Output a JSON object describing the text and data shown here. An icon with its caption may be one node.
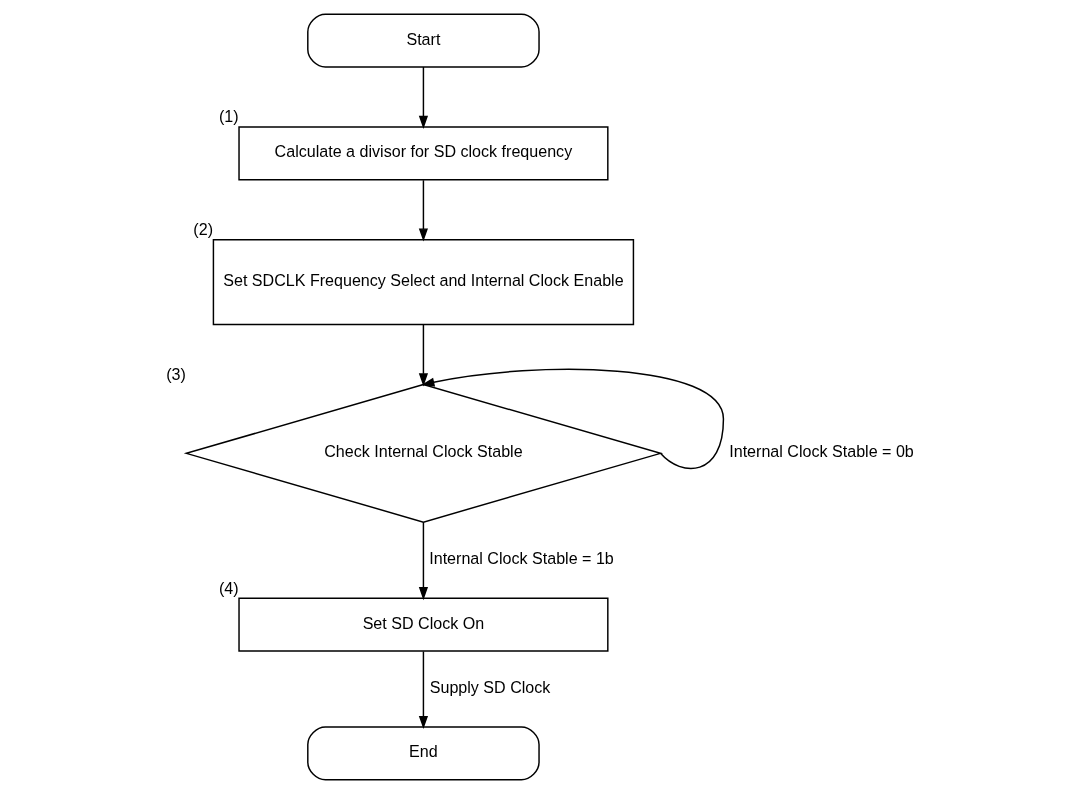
{
  "diagram": {
    "nodes": [
      {
        "text": [
          "Start"
        ]
      },
      {
        "text": [
          "Calculate a divisor for SD clock frequency"
        ],
        "beside": [
          "(1)"
        ]
      },
      {
        "text": [
          "Set SDCLK Frequency Select and Internal Clock Enable"
        ],
        "beside": [
          "(2)"
        ]
      },
      {
        "text": [
          "Check Internal Clock Stable"
        ],
        "beside": [
          "(3)"
        ]
      },
      {
        "text": [
          "Set SD Clock On"
        ],
        "beside": [
          "(4)"
        ]
      },
      {
        "text": [
          "End"
        ]
      }
    ],
    "edges": [
      {
        "from": 0,
        "to": 1,
        "arrow": "to"
      },
      {
        "from": 1,
        "to": 2,
        "arrow": "to"
      },
      {
        "from": 2,
        "to": 3,
        "arrow": "to"
      },
      {
        "from": 3,
        "to": 3,
        "arrow": "to",
        "label": "Internal Clock Stable = 0b"
      },
      {
        "from": 3,
        "to": 4,
        "arrow": "to",
        "label": "Internal Clock Stable = 1b"
      },
      {
        "from": 4,
        "to": 5,
        "arrow": "to",
        "label": "Supply SD Clock"
      }
    ]
  }
}
